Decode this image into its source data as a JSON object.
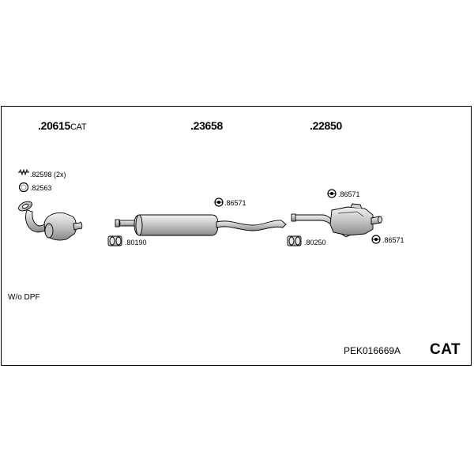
{
  "parts": {
    "catalytic_converter": {
      "number": ".20615",
      "suffix": "CAT"
    },
    "middle_silencer": {
      "number": ".23658"
    },
    "rear_silencer": {
      "number": ".22850"
    }
  },
  "accessories": {
    "spring_bolt": ".82598 (2x)",
    "gasket_ring": ".82563",
    "rubber_mount_1": ".86571",
    "clamp_1": ".80190",
    "rubber_mount_2": ".86571",
    "clamp_2": ".80250",
    "rubber_mount_3": ".86571"
  },
  "notes": {
    "dpf": "W/o DPF"
  },
  "footer": {
    "code": "PEK016669A",
    "cat_badge": "CAT"
  }
}
